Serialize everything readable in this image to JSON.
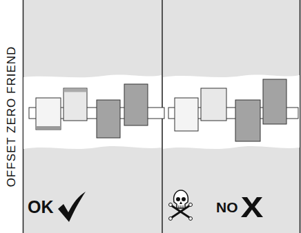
{
  "diagram": {
    "title": "OFFSET ZERO FRIEND",
    "labels": [
      "OK",
      "NO"
    ]
  }
}
